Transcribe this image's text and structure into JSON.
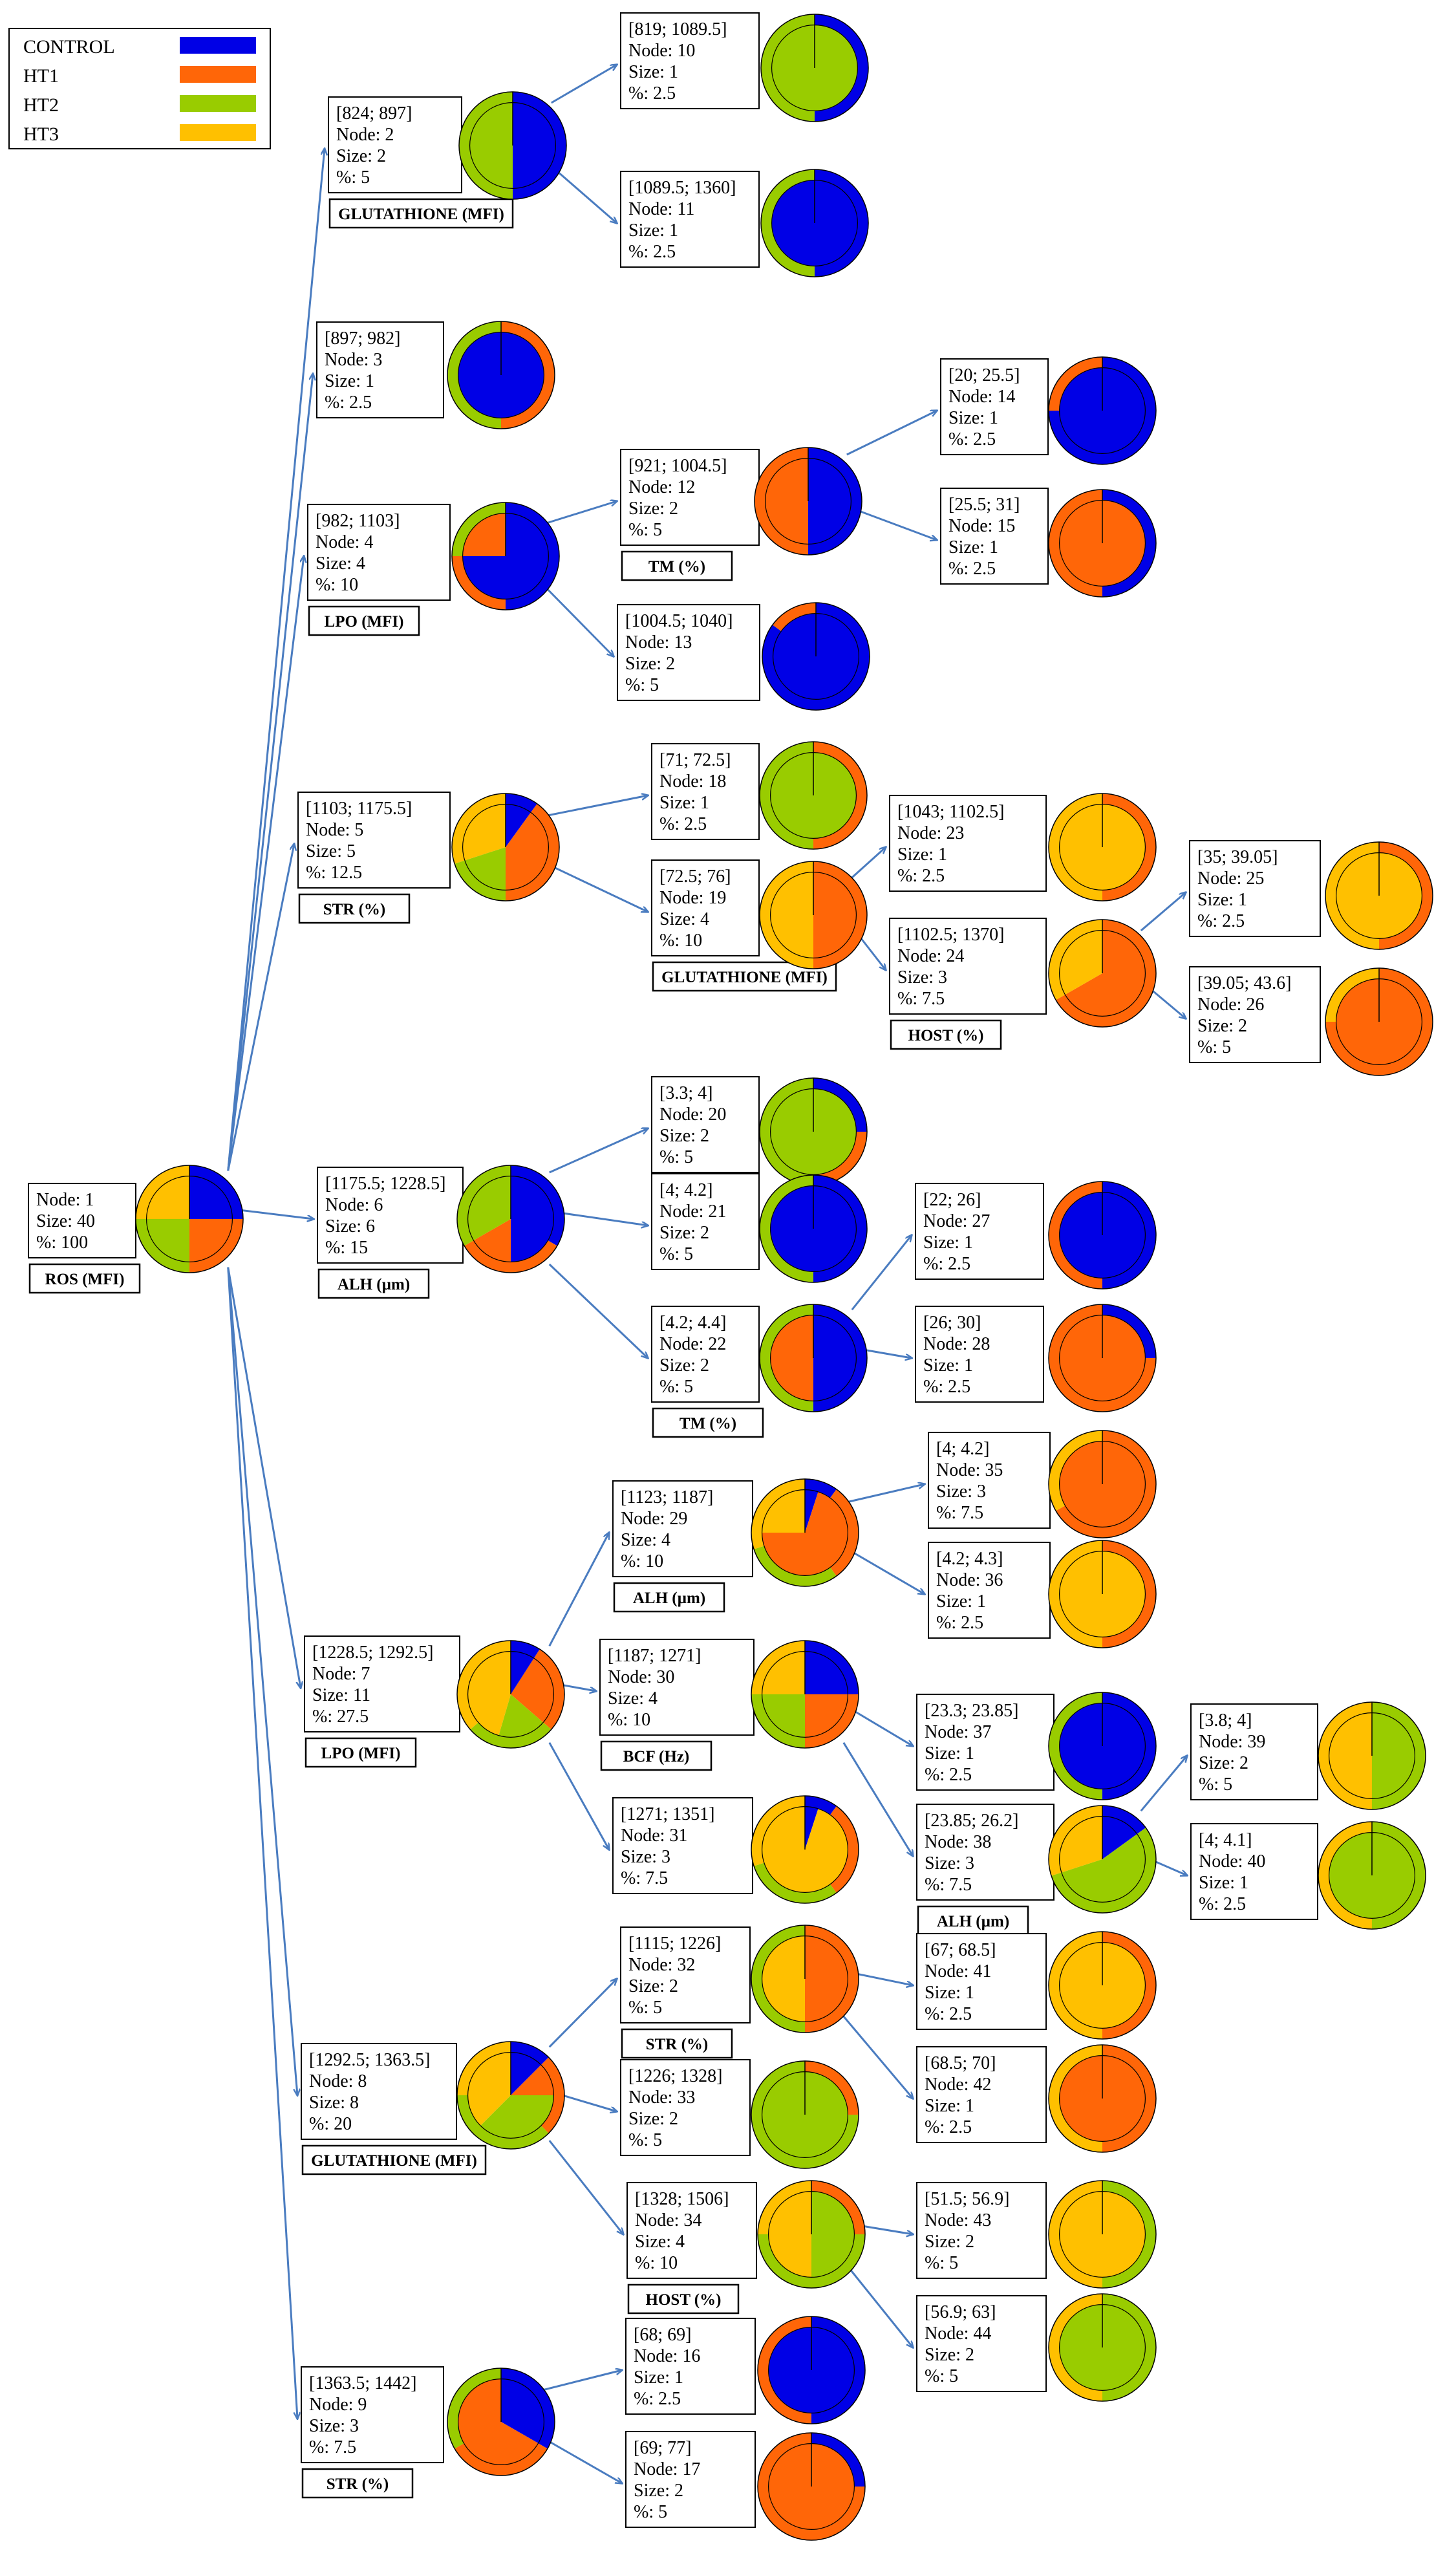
{
  "colors": {
    "CONTROL": "#0000e6",
    "HT1": "#ff6608",
    "HT2": "#99cc00",
    "HT3": "#ffc000",
    "arrow": "#4a7cc0",
    "border": "#000000"
  },
  "legend": [
    {
      "label": "CONTROL",
      "color_key": "CONTROL"
    },
    {
      "label": "HT1",
      "color_key": "HT1"
    },
    {
      "label": "HT2",
      "color_key": "HT2"
    },
    {
      "label": "HT3",
      "color_key": "HT3"
    }
  ],
  "nodes": [
    {
      "id": 1,
      "interval": "",
      "node": "Node: 1",
      "size": "Size: 40",
      "pct": "%: 100",
      "split": "ROS (MFI)",
      "outer": [
        0.25,
        0.25,
        0.25,
        0.25
      ],
      "inner": [
        0.25,
        0.25,
        0.25,
        0.25
      ]
    },
    {
      "id": 2,
      "interval": "[824; 897]",
      "node": "Node: 2",
      "size": "Size: 2",
      "pct": "%: 5",
      "split": "GLUTATHIONE (MFI)",
      "outer": [
        0.5,
        0.0,
        0.5,
        0.0
      ],
      "inner": [
        0.5,
        0.0,
        0.5,
        0.0
      ]
    },
    {
      "id": 3,
      "interval": "[897; 982]",
      "node": "Node: 3",
      "size": "Size: 1",
      "pct": "%: 2.5",
      "split": "",
      "outer": [
        0.0,
        0.5,
        0.5,
        0.0
      ],
      "inner": [
        1.0,
        0.0,
        0.0,
        0.0
      ]
    },
    {
      "id": 4,
      "interval": "[982; 1103]",
      "node": "Node: 4",
      "size": "Size: 4",
      "pct": "%: 10",
      "split": "LPO (MFI)",
      "outer": [
        0.5,
        0.25,
        0.25,
        0.0
      ],
      "inner": [
        0.75,
        0.25,
        0.0,
        0.0
      ]
    },
    {
      "id": 5,
      "interval": "[1103; 1175.5]",
      "node": "Node: 5",
      "size": "Size: 5",
      "pct": "%: 12.5",
      "split": "STR (%)",
      "outer": [
        0.1,
        0.4,
        0.2,
        0.3
      ],
      "inner": [
        0.1,
        0.4,
        0.2,
        0.3
      ]
    },
    {
      "id": 6,
      "interval": "[1175.5; 1228.5]",
      "node": "Node: 6",
      "size": "Size: 6",
      "pct": "%: 15",
      "split": "ALH (µm)",
      "outer": [
        0.333,
        0.333,
        0.333,
        0.0
      ],
      "inner": [
        0.5,
        0.167,
        0.333,
        0.0
      ]
    },
    {
      "id": 7,
      "interval": "[1228.5; 1292.5]",
      "node": "Node: 7",
      "size": "Size: 11",
      "pct": "%: 27.5",
      "split": "LPO (MFI)",
      "outer": [
        0.091,
        0.273,
        0.273,
        0.364
      ],
      "inner": [
        0.091,
        0.273,
        0.182,
        0.455
      ]
    },
    {
      "id": 8,
      "interval": "[1292.5; 1363.5]",
      "node": "Node: 8",
      "size": "Size: 8",
      "pct": "%: 20",
      "split": "GLUTATHIONE (MFI)",
      "outer": [
        0.125,
        0.25,
        0.375,
        0.25
      ],
      "inner": [
        0.125,
        0.125,
        0.375,
        0.375
      ]
    },
    {
      "id": 9,
      "interval": "[1363.5; 1442]",
      "node": "Node: 9",
      "size": "Size: 3",
      "pct": "%: 7.5",
      "split": "STR (%)",
      "outer": [
        0.333,
        0.333,
        0.333,
        0.0
      ],
      "inner": [
        0.333,
        0.667,
        0.0,
        0.0
      ]
    },
    {
      "id": 10,
      "interval": "[819; 1089.5]",
      "node": "Node: 10",
      "size": "Size: 1",
      "pct": "%: 2.5",
      "split": "",
      "outer": [
        0.5,
        0.0,
        0.5,
        0.0
      ],
      "inner": [
        0.0,
        0.0,
        1.0,
        0.0
      ]
    },
    {
      "id": 11,
      "interval": "[1089.5; 1360]",
      "node": "Node: 11",
      "size": "Size: 1",
      "pct": "%: 2.5",
      "split": "",
      "outer": [
        0.5,
        0.0,
        0.5,
        0.0
      ],
      "inner": [
        1.0,
        0.0,
        0.0,
        0.0
      ]
    },
    {
      "id": 12,
      "interval": "[921; 1004.5]",
      "node": "Node: 12",
      "size": "Size: 2",
      "pct": "%: 5",
      "split": "TM (%)",
      "outer": [
        0.5,
        0.5,
        0.0,
        0.0
      ],
      "inner": [
        0.5,
        0.5,
        0.0,
        0.0
      ]
    },
    {
      "id": 13,
      "interval": "[1004.5; 1040]",
      "node": "Node: 13",
      "size": "Size: 2",
      "pct": "%: 5",
      "split": "",
      "outer": [
        0.85,
        0.15,
        0.0,
        0.0
      ],
      "inner": [
        1.0,
        0.0,
        0.0,
        0.0
      ]
    },
    {
      "id": 14,
      "interval": "[20; 25.5]",
      "node": "Node: 14",
      "size": "Size: 1",
      "pct": "%: 2.5",
      "split": "",
      "outer": [
        0.75,
        0.25,
        0.0,
        0.0
      ],
      "inner": [
        1.0,
        0.0,
        0.0,
        0.0
      ]
    },
    {
      "id": 15,
      "interval": "[25.5; 31]",
      "node": "Node: 15",
      "size": "Size: 1",
      "pct": "%: 2.5",
      "split": "",
      "outer": [
        0.5,
        0.5,
        0.0,
        0.0
      ],
      "inner": [
        0.0,
        1.0,
        0.0,
        0.0
      ]
    },
    {
      "id": 16,
      "interval": "[68; 69]",
      "node": "Node: 16",
      "size": "Size: 1",
      "pct": "%: 2.5",
      "split": "",
      "outer": [
        0.5,
        0.5,
        0.0,
        0.0
      ],
      "inner": [
        1.0,
        0.0,
        0.0,
        0.0
      ]
    },
    {
      "id": 17,
      "interval": "[69; 77]",
      "node": "Node: 17",
      "size": "Size: 2",
      "pct": "%: 5",
      "split": "",
      "outer": [
        0.25,
        0.75,
        0.0,
        0.0
      ],
      "inner": [
        0.0,
        1.0,
        0.0,
        0.0
      ]
    },
    {
      "id": 18,
      "interval": "[71; 72.5]",
      "node": "Node: 18",
      "size": "Size: 1",
      "pct": "%: 2.5",
      "split": "",
      "outer": [
        0.0,
        0.5,
        0.5,
        0.0
      ],
      "inner": [
        0.0,
        0.0,
        1.0,
        0.0
      ]
    },
    {
      "id": 19,
      "interval": "[72.5; 76]",
      "node": "Node: 19",
      "size": "Size: 4",
      "pct": "%: 10",
      "split": "GLUTATHIONE (MFI)",
      "outer": [
        0.0,
        0.5,
        0.0,
        0.5
      ],
      "inner": [
        0.0,
        0.5,
        0.0,
        0.5
      ]
    },
    {
      "id": 20,
      "interval": "[3.3; 4]",
      "node": "Node: 20",
      "size": "Size: 2",
      "pct": "%: 5",
      "split": "",
      "outer": [
        0.25,
        0.25,
        0.5,
        0.0
      ],
      "inner": [
        0.0,
        0.0,
        1.0,
        0.0
      ]
    },
    {
      "id": 21,
      "interval": "[4; 4.2]",
      "node": "Node: 21",
      "size": "Size: 2",
      "pct": "%: 5",
      "split": "",
      "outer": [
        0.5,
        0.0,
        0.5,
        0.0
      ],
      "inner": [
        1.0,
        0.0,
        0.0,
        0.0
      ]
    },
    {
      "id": 22,
      "interval": "[4.2; 4.4]",
      "node": "Node: 22",
      "size": "Size: 2",
      "pct": "%: 5",
      "split": "TM (%)",
      "outer": [
        0.5,
        0.0,
        0.5,
        0.0
      ],
      "inner": [
        0.5,
        0.5,
        0.0,
        0.0
      ]
    },
    {
      "id": 23,
      "interval": "[1043; 1102.5]",
      "node": "Node: 23",
      "size": "Size: 1",
      "pct": "%: 2.5",
      "split": "",
      "outer": [
        0.0,
        0.5,
        0.0,
        0.5
      ],
      "inner": [
        0.0,
        0.0,
        0.0,
        1.0
      ]
    },
    {
      "id": 24,
      "interval": "[1102.5; 1370]",
      "node": "Node: 24",
      "size": "Size: 3",
      "pct": "%: 7.5",
      "split": "HOST (%)",
      "outer": [
        0.0,
        0.667,
        0.0,
        0.333
      ],
      "inner": [
        0.0,
        0.667,
        0.0,
        0.333
      ]
    },
    {
      "id": 25,
      "interval": "[35; 39.05]",
      "node": "Node: 25",
      "size": "Size: 1",
      "pct": "%: 2.5",
      "split": "",
      "outer": [
        0.0,
        0.5,
        0.0,
        0.5
      ],
      "inner": [
        0.0,
        0.0,
        0.0,
        1.0
      ]
    },
    {
      "id": 26,
      "interval": "[39.05; 43.6]",
      "node": "Node: 26",
      "size": "Size: 2",
      "pct": "%: 5",
      "split": "",
      "outer": [
        0.0,
        0.75,
        0.0,
        0.25
      ],
      "inner": [
        0.0,
        1.0,
        0.0,
        0.0
      ]
    },
    {
      "id": 27,
      "interval": "[22; 26]",
      "node": "Node: 27",
      "size": "Size: 1",
      "pct": "%: 2.5",
      "split": "",
      "outer": [
        0.5,
        0.5,
        0.0,
        0.0
      ],
      "inner": [
        1.0,
        0.0,
        0.0,
        0.0
      ]
    },
    {
      "id": 28,
      "interval": "[26; 30]",
      "node": "Node: 28",
      "size": "Size: 1",
      "pct": "%: 2.5",
      "split": "",
      "outer": [
        0.25,
        0.75,
        0.0,
        0.0
      ],
      "inner": [
        0.0,
        1.0,
        0.0,
        0.0
      ]
    },
    {
      "id": 29,
      "interval": "[1123; 1187]",
      "node": "Node: 29",
      "size": "Size: 4",
      "pct": "%: 10",
      "split": "ALH (µm)",
      "outer": [
        0.1,
        0.3,
        0.3,
        0.3
      ],
      "inner": [
        0.05,
        0.7,
        0.0,
        0.25
      ]
    },
    {
      "id": 30,
      "interval": "[1187; 1271]",
      "node": "Node: 30",
      "size": "Size: 4",
      "pct": "%: 10",
      "split": "BCF (Hz)",
      "outer": [
        0.25,
        0.25,
        0.25,
        0.25
      ],
      "inner": [
        0.25,
        0.25,
        0.25,
        0.25
      ]
    },
    {
      "id": 31,
      "interval": "[1271; 1351]",
      "node": "Node: 31",
      "size": "Size: 3",
      "pct": "%: 7.5",
      "split": "",
      "outer": [
        0.1,
        0.3,
        0.3,
        0.3
      ],
      "inner": [
        0.05,
        0.0,
        0.0,
        0.95
      ]
    },
    {
      "id": 32,
      "interval": "[1115; 1226]",
      "node": "Node: 32",
      "size": "Size: 2",
      "pct": "%: 5",
      "split": "STR (%)",
      "outer": [
        0.0,
        0.5,
        0.5,
        0.0
      ],
      "inner": [
        0.0,
        0.5,
        0.0,
        0.5
      ]
    },
    {
      "id": 33,
      "interval": "[1226; 1328]",
      "node": "Node: 33",
      "size": "Size: 2",
      "pct": "%: 5",
      "split": "",
      "outer": [
        0.0,
        0.25,
        0.75,
        0.0
      ],
      "inner": [
        0.0,
        0.0,
        1.0,
        0.0
      ]
    },
    {
      "id": 34,
      "interval": "[1328; 1506]",
      "node": "Node: 34",
      "size": "Size: 4",
      "pct": "%: 10",
      "split": "HOST (%)",
      "outer": [
        0.0,
        0.25,
        0.5,
        0.25
      ],
      "inner": [
        0.0,
        0.0,
        0.5,
        0.5
      ]
    },
    {
      "id": 35,
      "interval": "[4; 4.2]",
      "node": "Node: 35",
      "size": "Size: 3",
      "pct": "%: 7.5",
      "split": "",
      "outer": [
        0.0,
        0.667,
        0.0,
        0.333
      ],
      "inner": [
        0.0,
        1.0,
        0.0,
        0.0
      ]
    },
    {
      "id": 36,
      "interval": "[4.2; 4.3]",
      "node": "Node: 36",
      "size": "Size: 1",
      "pct": "%: 2.5",
      "split": "",
      "outer": [
        0.0,
        0.5,
        0.0,
        0.5
      ],
      "inner": [
        0.0,
        0.0,
        0.0,
        1.0
      ]
    },
    {
      "id": 37,
      "interval": "[23.3; 23.85]",
      "node": "Node: 37",
      "size": "Size: 1",
      "pct": "%: 2.5",
      "split": "",
      "outer": [
        0.5,
        0.0,
        0.5,
        0.0
      ],
      "inner": [
        1.0,
        0.0,
        0.0,
        0.0
      ]
    },
    {
      "id": 38,
      "interval": "[23.85; 26.2]",
      "node": "Node: 38",
      "size": "Size: 3",
      "pct": "%: 7.5",
      "split": "ALH (µm)",
      "outer": [
        0.15,
        0.0,
        0.55,
        0.3
      ],
      "inner": [
        0.15,
        0.0,
        0.55,
        0.3
      ]
    },
    {
      "id": 39,
      "interval": "[3.8; 4]",
      "node": "Node: 39",
      "size": "Size: 2",
      "pct": "%: 5",
      "split": "",
      "outer": [
        0.0,
        0.0,
        0.5,
        0.5
      ],
      "inner": [
        0.0,
        0.0,
        0.5,
        0.5
      ]
    },
    {
      "id": 40,
      "interval": "[4; 4.1]",
      "node": "Node: 40",
      "size": "Size: 1",
      "pct": "%: 2.5",
      "split": "",
      "outer": [
        0.0,
        0.0,
        0.5,
        0.5
      ],
      "inner": [
        0.0,
        0.0,
        1.0,
        0.0
      ]
    },
    {
      "id": 41,
      "interval": "[67; 68.5]",
      "node": "Node: 41",
      "size": "Size: 1",
      "pct": "%: 2.5",
      "split": "",
      "outer": [
        0.0,
        0.5,
        0.0,
        0.5
      ],
      "inner": [
        0.0,
        0.0,
        0.0,
        1.0
      ]
    },
    {
      "id": 42,
      "interval": "[68.5; 70]",
      "node": "Node: 42",
      "size": "Size: 1",
      "pct": "%: 2.5",
      "split": "",
      "outer": [
        0.0,
        0.5,
        0.0,
        0.5
      ],
      "inner": [
        0.0,
        1.0,
        0.0,
        0.0
      ]
    },
    {
      "id": 43,
      "interval": "[51.5; 56.9]",
      "node": "Node: 43",
      "size": "Size: 2",
      "pct": "%: 5",
      "split": "",
      "outer": [
        0.0,
        0.0,
        0.5,
        0.5
      ],
      "inner": [
        0.0,
        0.0,
        0.0,
        1.0
      ]
    },
    {
      "id": 44,
      "interval": "[56.9; 63]",
      "node": "Node: 44",
      "size": "Size: 2",
      "pct": "%: 5",
      "split": "",
      "outer": [
        0.0,
        0.0,
        0.5,
        0.5
      ],
      "inner": [
        0.0,
        0.0,
        1.0,
        0.0
      ]
    }
  ],
  "edges": [
    [
      1,
      2
    ],
    [
      1,
      3
    ],
    [
      1,
      4
    ],
    [
      1,
      5
    ],
    [
      1,
      6
    ],
    [
      1,
      7
    ],
    [
      1,
      8
    ],
    [
      1,
      9
    ],
    [
      2,
      10
    ],
    [
      2,
      11
    ],
    [
      4,
      12
    ],
    [
      4,
      13
    ],
    [
      12,
      14
    ],
    [
      12,
      15
    ],
    [
      5,
      18
    ],
    [
      5,
      19
    ],
    [
      19,
      23
    ],
    [
      19,
      24
    ],
    [
      24,
      25
    ],
    [
      24,
      26
    ],
    [
      6,
      20
    ],
    [
      6,
      21
    ],
    [
      6,
      22
    ],
    [
      22,
      27
    ],
    [
      22,
      28
    ],
    [
      7,
      29
    ],
    [
      7,
      30
    ],
    [
      7,
      31
    ],
    [
      29,
      35
    ],
    [
      29,
      36
    ],
    [
      30,
      37
    ],
    [
      30,
      38
    ],
    [
      38,
      39
    ],
    [
      38,
      40
    ],
    [
      8,
      32
    ],
    [
      8,
      33
    ],
    [
      8,
      34
    ],
    [
      32,
      41
    ],
    [
      32,
      42
    ],
    [
      34,
      43
    ],
    [
      34,
      44
    ],
    [
      9,
      16
    ],
    [
      9,
      17
    ]
  ]
}
